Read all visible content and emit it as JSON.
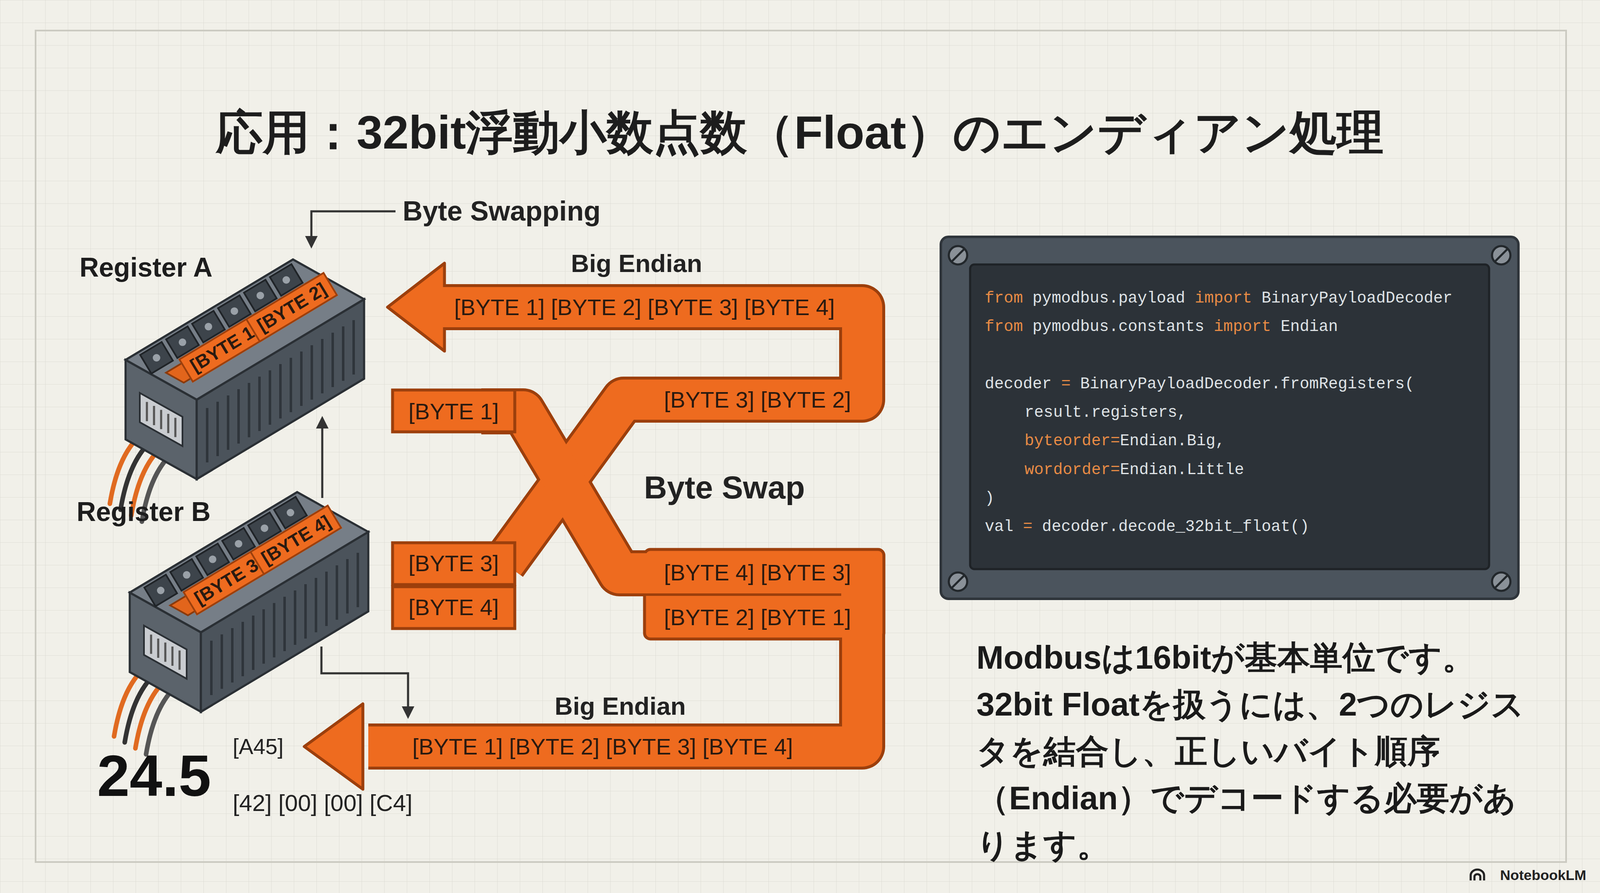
{
  "diagram": {
    "title": "応用：32bit浮動小数点数（Float）のエンディアン処理",
    "nodes": [
      {
        "text": [
          "Register A",
          "[BYTE 1]",
          "[BYTE 2]"
        ]
      },
      {
        "text": [
          "Register B",
          "[BYTE 3]",
          "[BYTE 4]"
        ]
      },
      {
        "text": [
          "from pymodbus.payload import BinaryPayloadDecoder",
          "from pymodbus.constants import Endian",
          "decoder = BinaryPayloadDecoder.fromRegisters(",
          "result.registers,",
          "byteorder=Endian.Big,",
          "wordorder=Endian.Little",
          ")",
          "val = decoder.decode_32bit_float()"
        ]
      }
    ],
    "edges": [
      {
        "from": 1,
        "to": 0,
        "arrow": "to"
      }
    ],
    "labels": [
      "Byte Swapping",
      "Big Endian",
      "[BYTE 1] [BYTE 2] [BYTE 3] [BYTE 4]",
      "[BYTE 1]",
      "[BYTE 3] [BYTE 2]",
      "Byte Swap",
      "[BYTE 3]",
      "[BYTE 4] [BYTE 3]",
      "[BYTE 4]",
      "[BYTE 2] [BYTE 1]",
      "Big Endian",
      "[BYTE 1] [BYTE 2] [BYTE 3] [BYTE 4]",
      "24.5",
      "[A45]",
      "[42] [00] [00] [C4]",
      "Modbusは16bitが基本単位です。32bit Floatを扱うには、2つのレジスタを結合し、正しいバイト順序（Endian）でデコードする必要があります。",
      "NotebookLM"
    ]
  }
}
